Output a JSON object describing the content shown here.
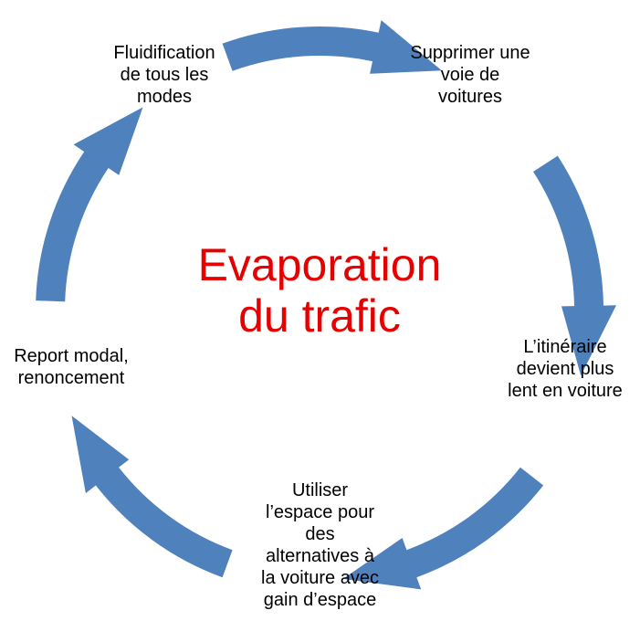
{
  "center_title": "Evaporation\ndu trafic",
  "colors": {
    "arrow": "#4f81bd",
    "title": "#e60000",
    "text": "#000000"
  },
  "steps": [
    "Fluidification\nde tous les\nmodes",
    "Supprimer une\nvoie de\nvoitures",
    "L’itinéraire\ndevient plus\nlent en voiture",
    "Utiliser\nl’espace pour\ndes\nalternatives à\nla voiture avec\ngain d’espace",
    "Report modal,\nrenoncement"
  ]
}
